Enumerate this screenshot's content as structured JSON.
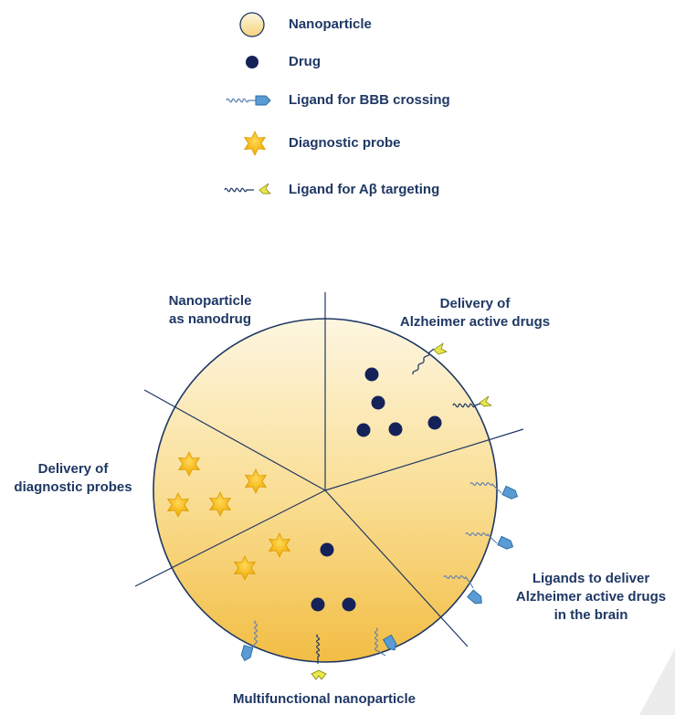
{
  "legend": {
    "items": [
      {
        "icon": "nanoparticle-icon",
        "label": "Nanoparticle"
      },
      {
        "icon": "drug-icon",
        "label": "Drug"
      },
      {
        "icon": "bbb-ligand-icon",
        "label": "Ligand for BBB crossing"
      },
      {
        "icon": "diagnostic-probe-icon",
        "label": "Diagnostic probe"
      },
      {
        "icon": "abeta-ligand-icon",
        "label": "Ligand for Aβ targeting"
      }
    ]
  },
  "sections": {
    "nanodrug": [
      "Nanoparticle",
      "as nanodrug"
    ],
    "alzheimer_drugs": [
      "Delivery of",
      "Alzheimer active drugs"
    ],
    "diagnostic": [
      "Delivery of",
      "diagnostic probes"
    ],
    "ligands_brain": [
      "Ligands to deliver",
      "Alzheimer active drugs",
      "in the brain"
    ],
    "multifunctional": [
      "Multifunctional nanoparticle"
    ]
  },
  "colors": {
    "text": "#1f3864",
    "drug": "#15225a",
    "particle_light": "#fdf3d6",
    "particle_dark": "#f4c24f",
    "outline": "#1f3864",
    "ligand_blue": "#5b9bd5",
    "star": "#f6b40e",
    "abeta_ligand": "#e8e84a"
  }
}
